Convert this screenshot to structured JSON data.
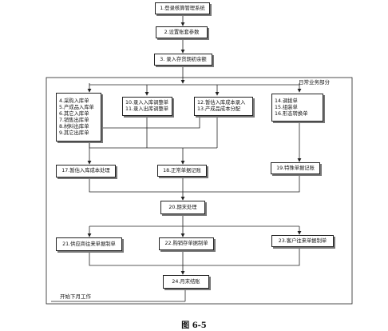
{
  "steps": {
    "s1": "1.登录核算管理系统",
    "s2": "2.设置账套参数",
    "s3": "3. 录入存货期初余额",
    "s17": "17.暂估入库成本处理",
    "s18": "18.正常单据记账",
    "s19": "19.特殊单据记账",
    "s20": "20.期末处理",
    "s21": "21.供应商往来单据制单",
    "s22": "22.购销存单据制单",
    "s23": "23.客户往来单据制单",
    "s24": "24.月末结账"
  },
  "groups": {
    "docs": [
      "4.采购入库单",
      "5.产成品入库单",
      "6.其它入库单",
      "7.销售出库单",
      "8.材料出库单",
      "9.其它出库单"
    ],
    "adjust": [
      "10.录入入库调整单",
      "11.录入出库调整单"
    ],
    "estimate": [
      "12.暂估入库成本录入",
      "13.产成品成本分配"
    ],
    "special": [
      "14.调拨单",
      "15.组装单",
      "16.形态转换单"
    ]
  },
  "labels": {
    "section": "日常业务部分",
    "next_month": "开始下月工作",
    "caption": "图 6-5"
  }
}
